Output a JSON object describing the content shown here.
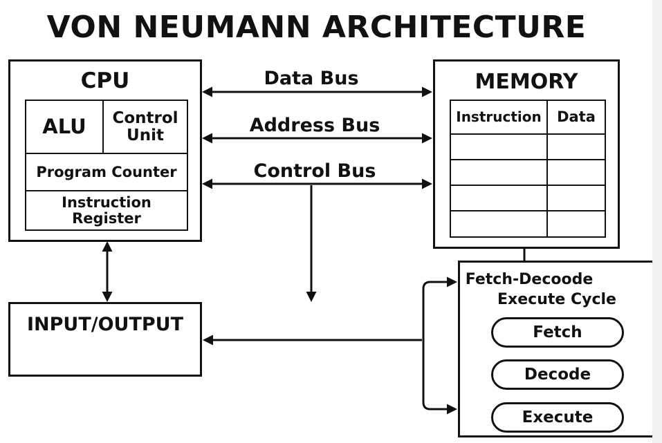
{
  "title": "VON NEUMANN ARCHITECTURE",
  "cpu": {
    "label": "CPU",
    "alu": "ALU",
    "control_unit_line1": "Control",
    "control_unit_line2": "Unit",
    "program_counter": "Program Counter",
    "instruction_register": "Instruction Register"
  },
  "memory": {
    "label": "MEMORY",
    "columns": [
      "Instruction",
      "Data"
    ]
  },
  "buses": {
    "data_bus": "Data Bus",
    "address_bus": "Address Bus",
    "control_bus": "Control Bus"
  },
  "io": {
    "label": "INPUT/OUTPUT"
  },
  "cycle": {
    "title_line1": "Fetch-Decoode",
    "title_line2": "Execute Cycle",
    "steps": [
      "Fetch",
      "Decode",
      "Execute"
    ]
  }
}
